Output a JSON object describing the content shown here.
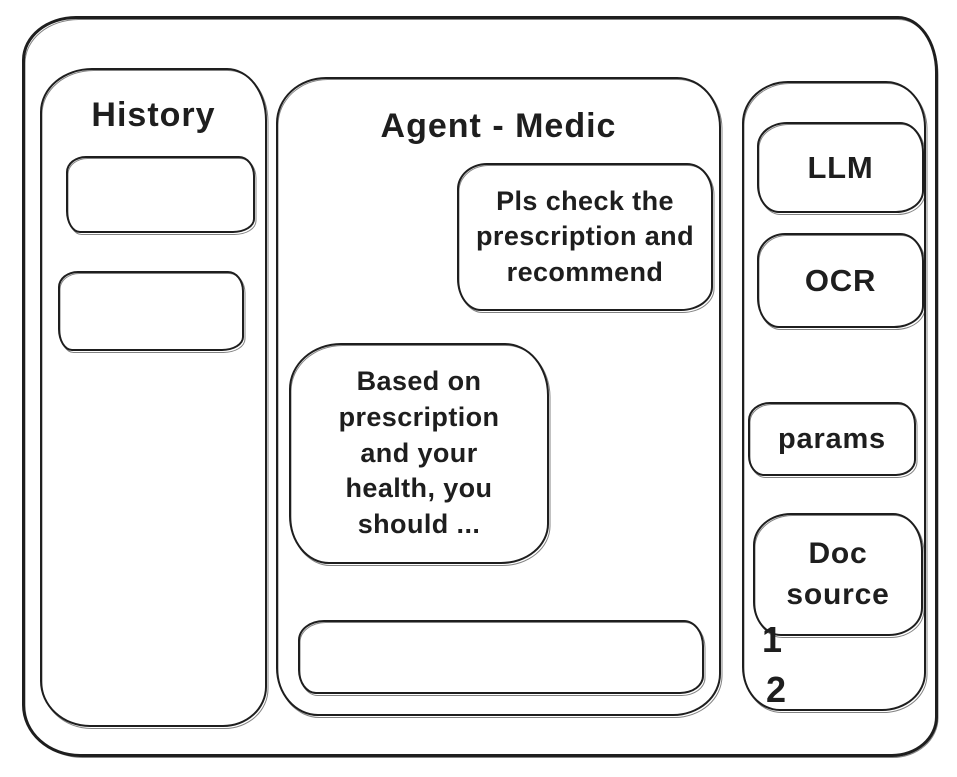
{
  "colors": {
    "ink": "#1e1e1e",
    "background": "#ffffff"
  },
  "history_panel": {
    "title": "History"
  },
  "chat_panel": {
    "title": "Agent - Medic",
    "messages": [
      {
        "role": "user",
        "text": "Pls check the prescription and recommend"
      },
      {
        "role": "assistant",
        "text": "Based on prescription and your health, you should ..."
      }
    ],
    "input_value": ""
  },
  "tools_panel": {
    "boxes": [
      {
        "label": "LLM"
      },
      {
        "label": "OCR"
      },
      {
        "label": "params"
      },
      {
        "label": "Doc source"
      }
    ],
    "annotations": [
      "1",
      "2"
    ]
  }
}
